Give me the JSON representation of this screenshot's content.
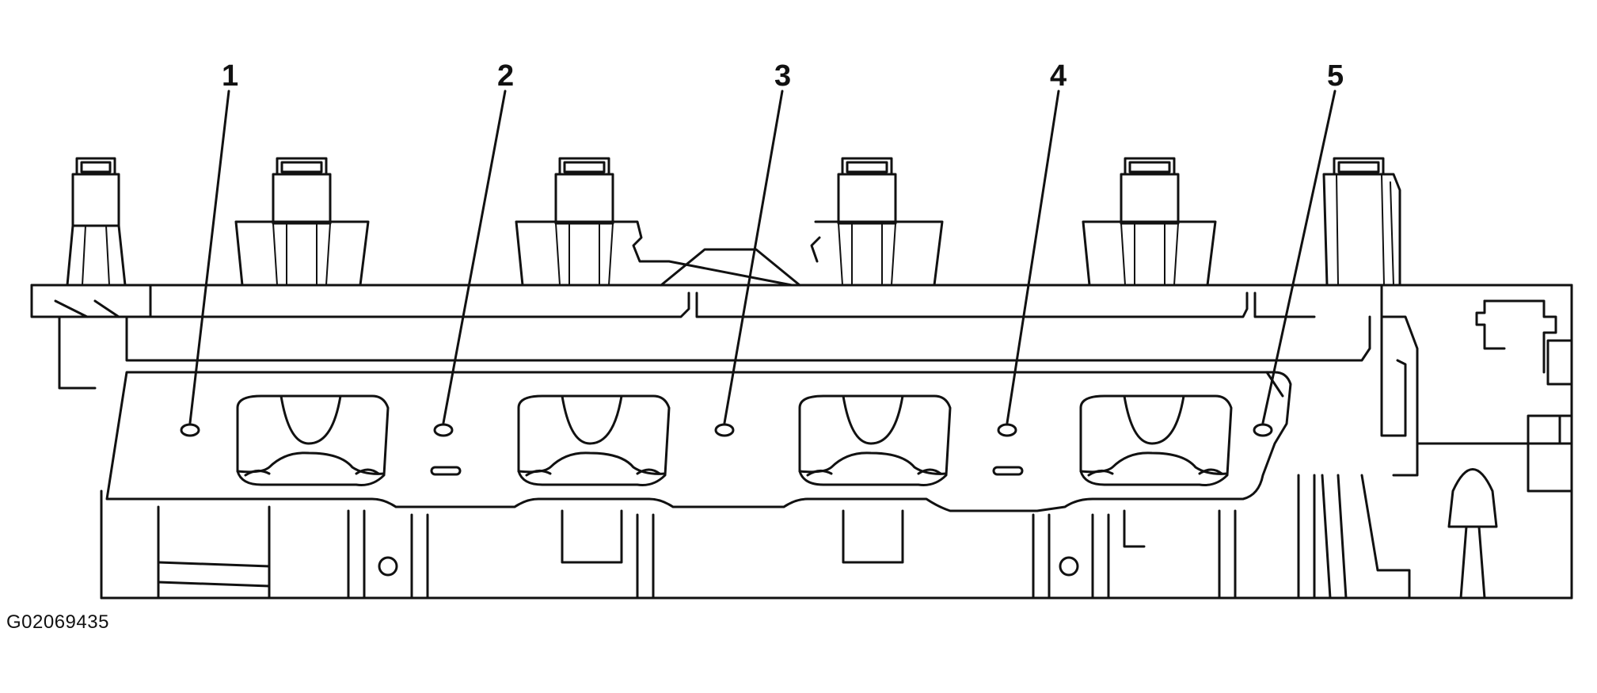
{
  "figure": {
    "id": "G02069435",
    "callouts": [
      {
        "label": "1"
      },
      {
        "label": "2"
      },
      {
        "label": "3"
      },
      {
        "label": "4"
      },
      {
        "label": "5"
      }
    ]
  }
}
